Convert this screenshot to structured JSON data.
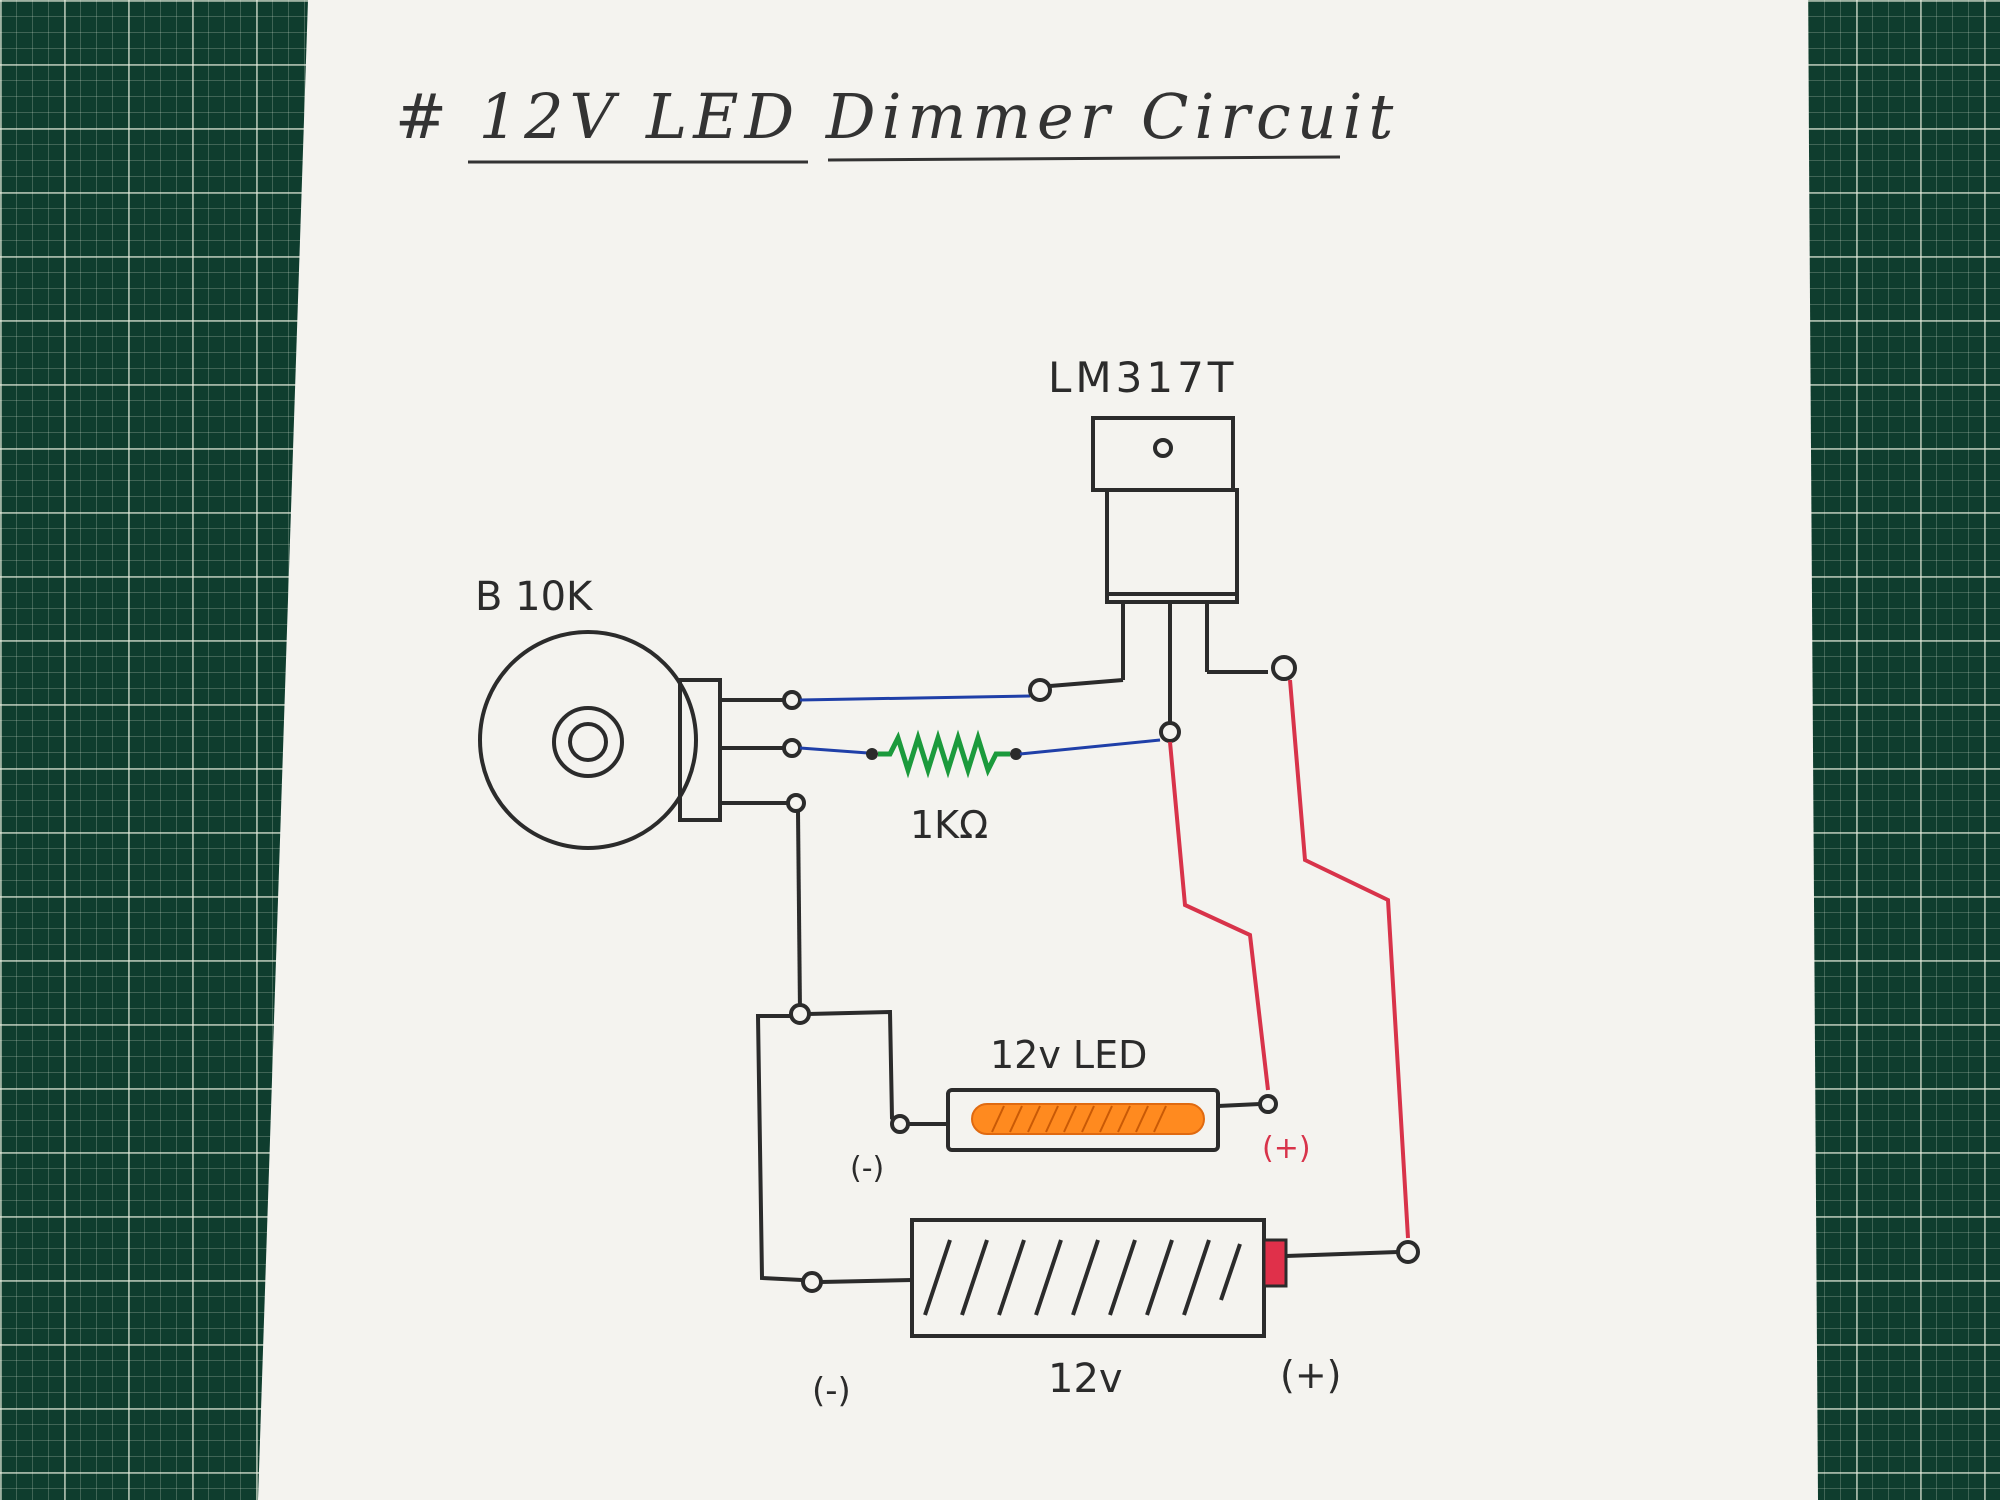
{
  "diagram": {
    "title": "# 12V LED Dimmer Circuit",
    "regulator_label": "LM317T",
    "potentiometer_label": "B 10K",
    "resistor_label": "1KΩ",
    "led_label": "12v LED",
    "led_negative": "(-)",
    "led_positive": "(+)",
    "battery_label": "12v",
    "battery_negative": "(-)",
    "battery_positive": "(+)"
  },
  "colors": {
    "ink": "#2b2b2b",
    "blue_wire": "#1f3fa8",
    "green_resistor": "#1b9a3c",
    "red_wire": "#d8334a",
    "led_fill": "#ff8a1f",
    "battery_cap": "#e0304a"
  }
}
